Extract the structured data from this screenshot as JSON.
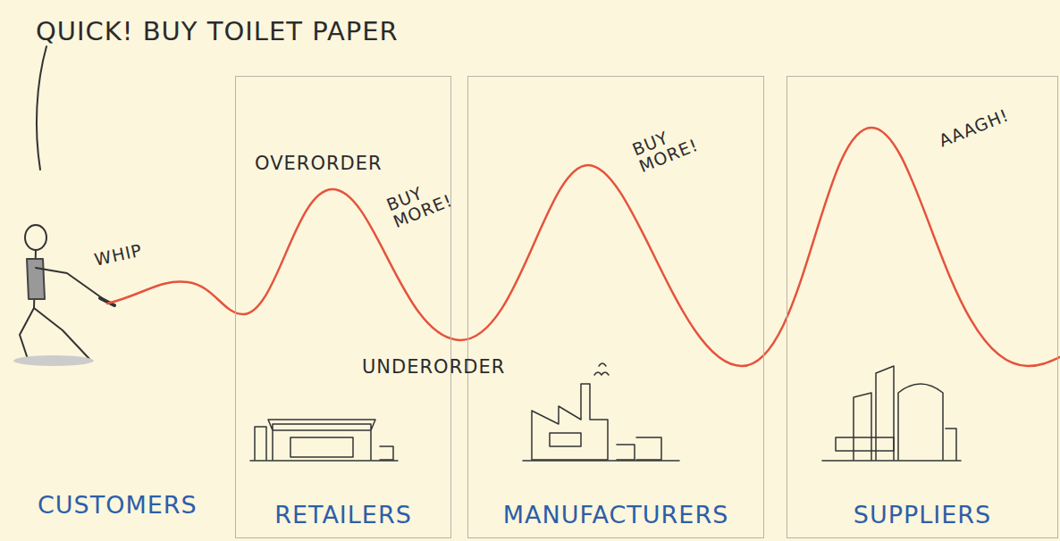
{
  "diagram": {
    "nodes": [
      {
        "text": [
          "RETAILERS"
        ]
      },
      {
        "text": [
          "MANUFACTURERS"
        ]
      },
      {
        "text": [
          "SUPPLIERS"
        ]
      }
    ],
    "labels": [
      "QUICK! BUY TOILET PAPER",
      "WHIP",
      "OVERORDER",
      "BUY MORE!",
      "UNDERORDER",
      "BUY MORE!",
      "AAAGH!",
      "CUSTOMERS"
    ]
  }
}
